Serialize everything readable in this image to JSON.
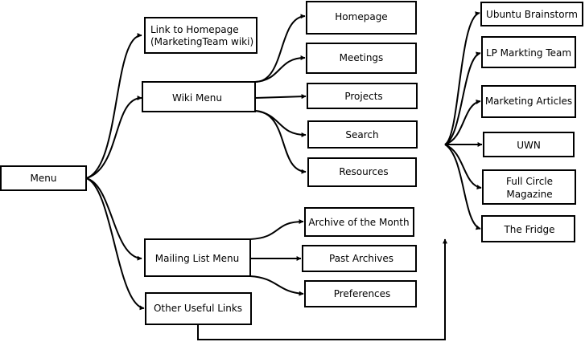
{
  "nodes": {
    "menu": {
      "label": "Menu"
    },
    "link_homepage": {
      "lines": [
        "Link to Homepage",
        "(MarketingTeam wiki)"
      ]
    },
    "wiki_menu": {
      "label": "Wiki Menu"
    },
    "mailing_list_menu": {
      "label": "Mailing List Menu"
    },
    "other_useful_links": {
      "label": "Other Useful Links"
    },
    "homepage": {
      "label": "Homepage"
    },
    "meetings": {
      "label": "Meetings"
    },
    "projects": {
      "label": "Projects"
    },
    "search": {
      "label": "Search"
    },
    "resources": {
      "label": "Resources"
    },
    "archive_month": {
      "label": "Archive of the Month"
    },
    "past_archives": {
      "label": "Past Archives"
    },
    "preferences": {
      "label": "Preferences"
    },
    "ubuntu_brainstorm": {
      "label": "Ubuntu Brainstorm"
    },
    "lp_marketing_team": {
      "label": "LP Markting Team"
    },
    "marketing_articles": {
      "label": "Marketing Articles"
    },
    "uwn": {
      "label": "UWN"
    },
    "full_circle": {
      "lines": [
        "Full Circle",
        "Magazine"
      ]
    },
    "the_fridge": {
      "label": "The Fridge"
    }
  },
  "edges": [
    [
      "menu",
      "link_homepage"
    ],
    [
      "menu",
      "wiki_menu"
    ],
    [
      "menu",
      "mailing_list_menu"
    ],
    [
      "menu",
      "other_useful_links"
    ],
    [
      "wiki_menu",
      "homepage"
    ],
    [
      "wiki_menu",
      "meetings"
    ],
    [
      "wiki_menu",
      "projects"
    ],
    [
      "wiki_menu",
      "search"
    ],
    [
      "wiki_menu",
      "resources"
    ],
    [
      "mailing_list_menu",
      "archive_month"
    ],
    [
      "mailing_list_menu",
      "past_archives"
    ],
    [
      "mailing_list_menu",
      "preferences"
    ],
    [
      "other_useful_links",
      "ubuntu_brainstorm"
    ],
    [
      "other_useful_links",
      "lp_marketing_team"
    ],
    [
      "other_useful_links",
      "marketing_articles"
    ],
    [
      "other_useful_links",
      "uwn"
    ],
    [
      "other_useful_links",
      "full_circle"
    ],
    [
      "other_useful_links",
      "the_fridge"
    ]
  ]
}
